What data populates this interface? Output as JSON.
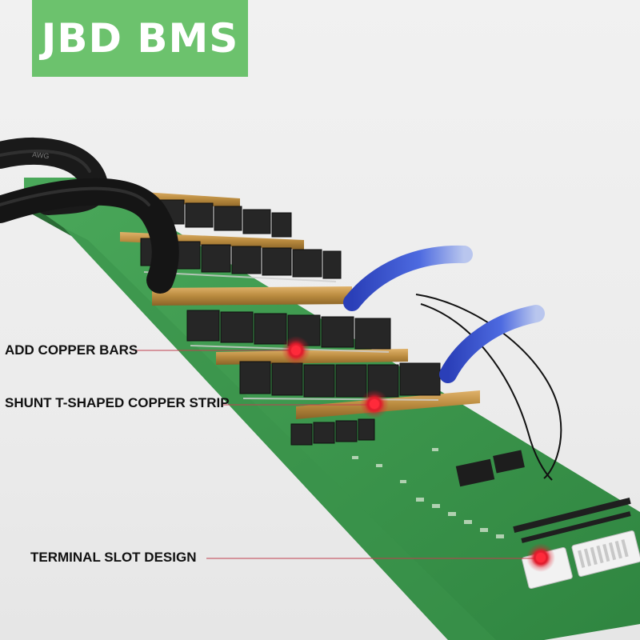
{
  "badge": {
    "text": "JBD BMS",
    "color": "#6cc26d"
  },
  "callouts": [
    {
      "label": "ADD COPPER BARS"
    },
    {
      "label": "SHUNT T-SHAPED COPPER STRIP"
    },
    {
      "label": "TERMINAL SLOT DESIGN"
    }
  ],
  "colors": {
    "pcb": "#3e9a4e",
    "copper": "#b98a3e",
    "mosfet": "#2a2a2a",
    "cable": "#1a1a1a",
    "sleeve": "#2f49c8",
    "marker": "#e02030"
  },
  "cable_print": "AWG"
}
